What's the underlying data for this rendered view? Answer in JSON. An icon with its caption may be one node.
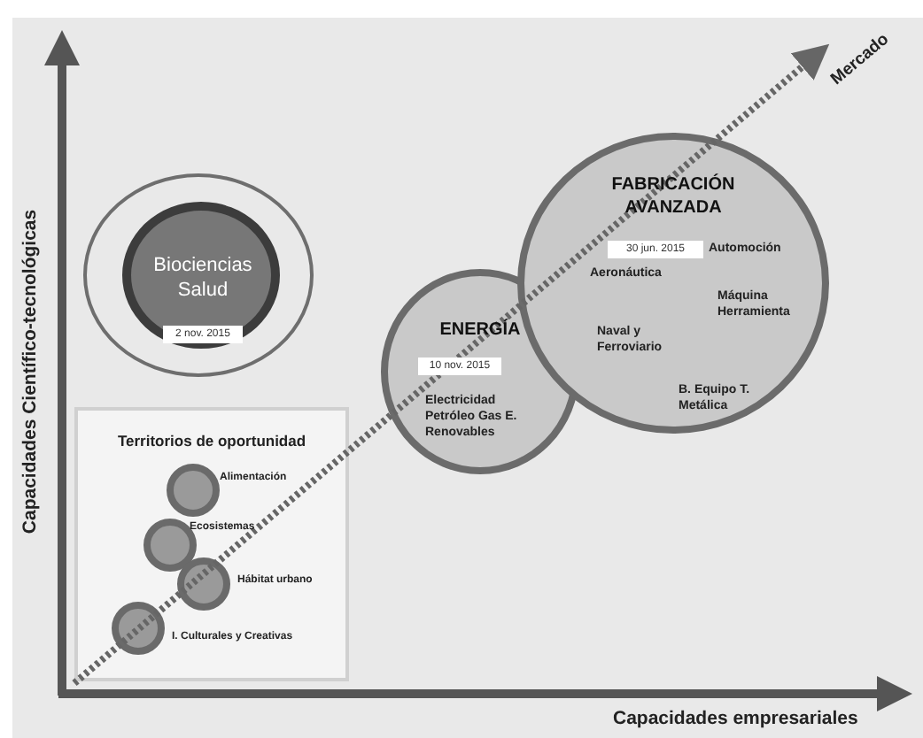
{
  "diagram": {
    "nodes": [
      {
        "text": [],
        "shape": "circle"
      },
      {
        "text": [
          "Biociencias Salud",
          "2 nov. 2015"
        ],
        "in": 0
      },
      {
        "text": [
          "ENERGÍA",
          "10 nov. 2015",
          "Electricidad Petróleo Gas E. Renovables"
        ]
      },
      {
        "text": [
          "FABRICACIÓN AVANZADA",
          "30 jun. 2015",
          "Automoción",
          "Aeronáutica",
          "Máquina Herramienta",
          "Naval y Ferroviario",
          "B. Equipo T. Metálica"
        ]
      },
      {
        "text": [
          "Territorios de oportunidad"
        ]
      },
      {
        "text": [],
        "shape": "circle",
        "in": 4,
        "beside": [
          "Alimentación"
        ]
      },
      {
        "text": [],
        "shape": "circle",
        "in": 4,
        "beside": [
          "Ecosistemas"
        ]
      },
      {
        "text": [],
        "shape": "circle",
        "in": 4,
        "beside": [
          "Hábitat urbano"
        ]
      },
      {
        "text": [],
        "shape": "circle",
        "in": 4,
        "beside": [
          "I. Culturales y Creativas"
        ]
      }
    ],
    "edges": [],
    "labels": [
      "Mercado",
      "Capacidades Científico-tecnológicas",
      "Capacidades empresariales"
    ]
  }
}
